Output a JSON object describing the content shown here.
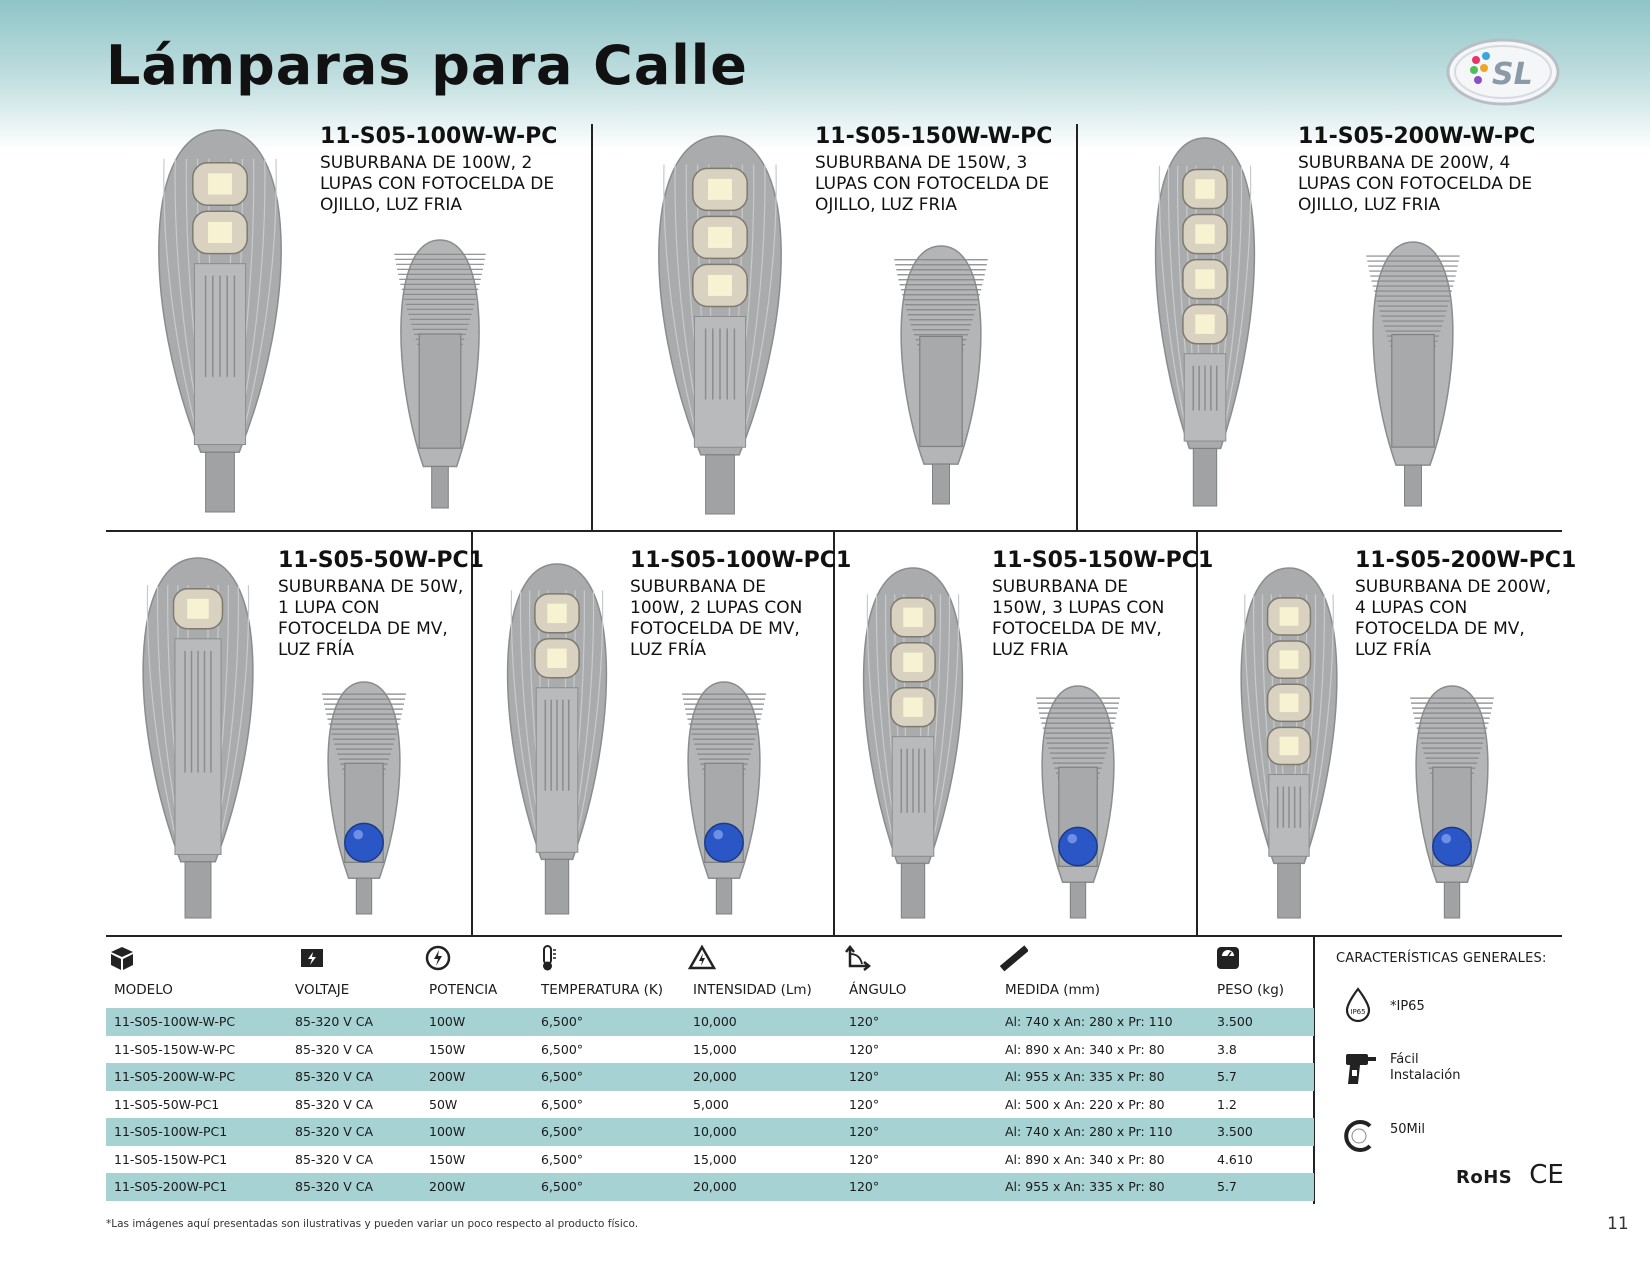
{
  "header": {
    "title": "Lámparas para Calle",
    "logo_text": "SL"
  },
  "products": [
    {
      "code": "11-S05-100W-W-PC",
      "desc": "SUBURBANA DE 100W, 2 LUPAS CON FOTOCELDA DE OJILLO, LUZ FRIA",
      "lenses": 2
    },
    {
      "code": "11-S05-150W-W-PC",
      "desc": "SUBURBANA DE 150W, 3 LUPAS CON FOTOCELDA DE OJILLO, LUZ FRIA",
      "lenses": 3
    },
    {
      "code": "11-S05-200W-W-PC",
      "desc": "SUBURBANA DE 200W, 4 LUPAS CON FOTOCELDA DE OJILLO, LUZ FRIA",
      "lenses": 4
    },
    {
      "code": "11-S05-50W-PC1",
      "desc": "SUBURBANA DE 50W, 1 LUPA CON FOTOCELDA DE MV, LUZ FRÍA",
      "lenses": 1
    },
    {
      "code": "11-S05-100W-PC1",
      "desc": "SUBURBANA DE 100W, 2 LUPAS CON FOTOCELDA DE MV, LUZ FRÍA",
      "lenses": 2
    },
    {
      "code": "11-S05-150W-PC1",
      "desc": "SUBURBANA DE 150W, 3 LUPAS CON FOTOCELDA DE MV, LUZ FRIA",
      "lenses": 3
    },
    {
      "code": "11-S05-200W-PC1",
      "desc": "SUBURBANA DE 200W, 4 LUPAS CON FOTOCELDA DE MV, LUZ FRÍA",
      "lenses": 4
    }
  ],
  "table": {
    "icons": [
      "box-icon",
      "voltage-icon",
      "power-icon",
      "thermometer-icon",
      "warning-triangle-icon",
      "angle-arrow-icon",
      "ruler-icon",
      "scale-icon"
    ],
    "headers": [
      "MODELO",
      "VOLTAJE",
      "POTENCIA",
      "TEMPERATURA (K)",
      "INTENSIDAD (Lm)",
      "ÁNGULO",
      "MEDIDA (mm)",
      "PESO (kg)"
    ],
    "rows": [
      [
        "11-S05-100W-W-PC",
        "85-320 V CA",
        "100W",
        "6,500°",
        "10,000",
        "120°",
        "Al: 740 x An: 280 x Pr: 110",
        "3.500"
      ],
      [
        "11-S05-150W-W-PC",
        "85-320 V CA",
        "150W",
        "6,500°",
        "15,000",
        "120°",
        "Al: 890 x An: 340 x Pr: 80",
        "3.8"
      ],
      [
        "11-S05-200W-W-PC",
        "85-320 V CA",
        "200W",
        "6,500°",
        "20,000",
        "120°",
        "Al: 955 x An: 335 x Pr: 80",
        "5.7"
      ],
      [
        "11-S05-50W-PC1",
        "85-320 V CA",
        "50W",
        "6,500°",
        "5,000",
        "120°",
        "Al: 500 x An: 220 x Pr: 80",
        "1.2"
      ],
      [
        "11-S05-100W-PC1",
        "85-320 V CA",
        "100W",
        "6,500°",
        "10,000",
        "120°",
        "Al: 740 x An: 280 x Pr: 110",
        "3.500"
      ],
      [
        "11-S05-150W-PC1",
        "85-320 V CA",
        "150W",
        "6,500°",
        "15,000",
        "120°",
        "Al: 890 x An: 340 x Pr: 80",
        "4.610"
      ],
      [
        "11-S05-200W-PC1",
        "85-320 V CA",
        "200W",
        "6,500°",
        "20,000",
        "120°",
        "Al: 955 x An: 335 x Pr: 80",
        "5.7"
      ]
    ]
  },
  "general": {
    "title": "CARACTERÍSTICAS GENERALES:",
    "ip_badge": "IP65",
    "ip": "*IP65",
    "install_line1": "Fácil",
    "install_line2": "Instalación",
    "life": "50Mil",
    "rohs": "RoHS",
    "ce": "CE"
  },
  "footer": {
    "note": "*Las imágenes aquí presentadas son ilustrativas y pueden variar un poco respecto al producto físico.",
    "page": "11"
  },
  "colors": {
    "row_highlight": "#a6d2d3",
    "header_band": "#8fc4c7",
    "lamp_body": "#a9abad",
    "photocell": "#2a56c6"
  }
}
